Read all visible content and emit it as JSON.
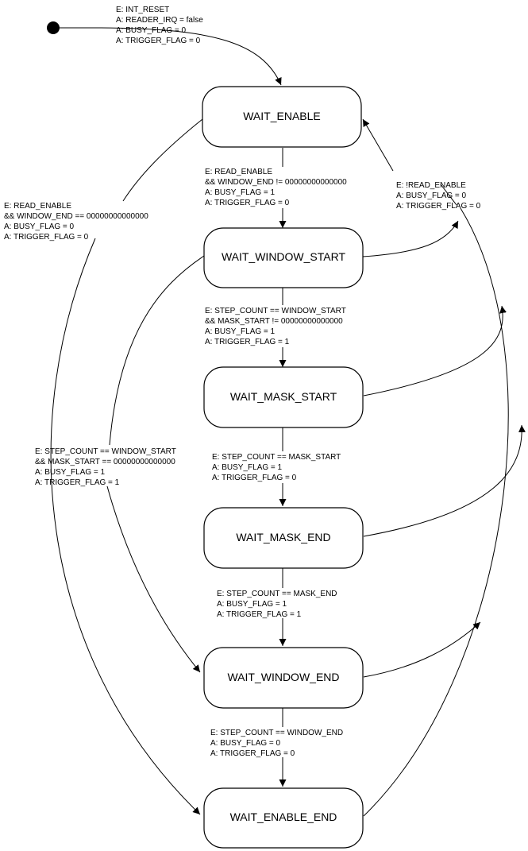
{
  "states": {
    "wait_enable": "WAIT_ENABLE",
    "wait_window_start": "WAIT_WINDOW_START",
    "wait_mask_start": "WAIT_MASK_START",
    "wait_mask_end": "WAIT_MASK_END",
    "wait_window_end": "WAIT_WINDOW_END",
    "wait_enable_end": "WAIT_ENABLE_END"
  },
  "transitions": {
    "reset": [
      "E: INT_RESET",
      "A: READER_IRQ = false",
      "A: BUSY_FLAG = 0",
      "A: TRIGGER_FLAG = 0"
    ],
    "enable_to_window_start": [
      "E: READ_ENABLE",
      "&& WINDOW_END != 00000000000000",
      "A: BUSY_FLAG = 1",
      "A: TRIGGER_FLAG = 0"
    ],
    "enable_to_enable_end": [
      "E: READ_ENABLE",
      "&& WINDOW_END == 00000000000000",
      "A: BUSY_FLAG = 0",
      "A: TRIGGER_FLAG = 0"
    ],
    "return_to_enable": [
      "E: !READ_ENABLE",
      "A: BUSY_FLAG = 0",
      "A: TRIGGER_FLAG = 0"
    ],
    "window_start_to_mask_start": [
      "E: STEP_COUNT == WINDOW_START",
      "&& MASK_START != 00000000000000",
      "A: BUSY_FLAG = 1",
      "A: TRIGGER_FLAG = 1"
    ],
    "window_start_to_window_end": [
      "E: STEP_COUNT == WINDOW_START",
      "&& MASK_START == 00000000000000",
      "A: BUSY_FLAG = 1",
      "A: TRIGGER_FLAG = 1"
    ],
    "mask_start_to_mask_end": [
      "E: STEP_COUNT == MASK_START",
      "A: BUSY_FLAG = 1",
      "A: TRIGGER_FLAG = 0"
    ],
    "mask_end_to_window_end": [
      "E: STEP_COUNT == MASK_END",
      "A: BUSY_FLAG = 1",
      "A: TRIGGER_FLAG = 1"
    ],
    "window_end_to_enable_end": [
      "E: STEP_COUNT == WINDOW_END",
      "A: BUSY_FLAG = 0",
      "A: TRIGGER_FLAG = 0"
    ]
  }
}
